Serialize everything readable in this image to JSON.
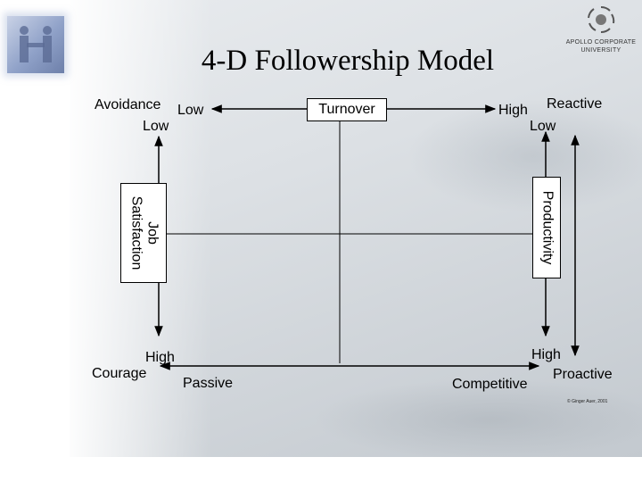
{
  "title": "4-D Followership Model",
  "logo": {
    "line1": "APOLLO CORPORATE",
    "line2": "UNIVERSITY"
  },
  "labels": {
    "avoidance": "Avoidance",
    "low_top_left_h": "Low",
    "low_top_left_v": "Low",
    "turnover": "Turnover",
    "high_top_right_h": "High",
    "reactive": "Reactive",
    "low_top_right_v": "Low",
    "job_satisfaction_line1": "Job",
    "job_satisfaction_line2": "Satisfaction",
    "productivity": "Productivity",
    "high_bottom_left_v": "High",
    "courage": "Courage",
    "passive": "Passive",
    "high_bottom_right_v": "High",
    "proactive": "Proactive",
    "competitive": "Competitive"
  },
  "copyright": "© Ginger Auer, 2001",
  "colors": {
    "line": "#000000",
    "background_photo": "#d6dadd"
  },
  "icons": [
    "handshake-photo",
    "apollo-sun-logo"
  ]
}
